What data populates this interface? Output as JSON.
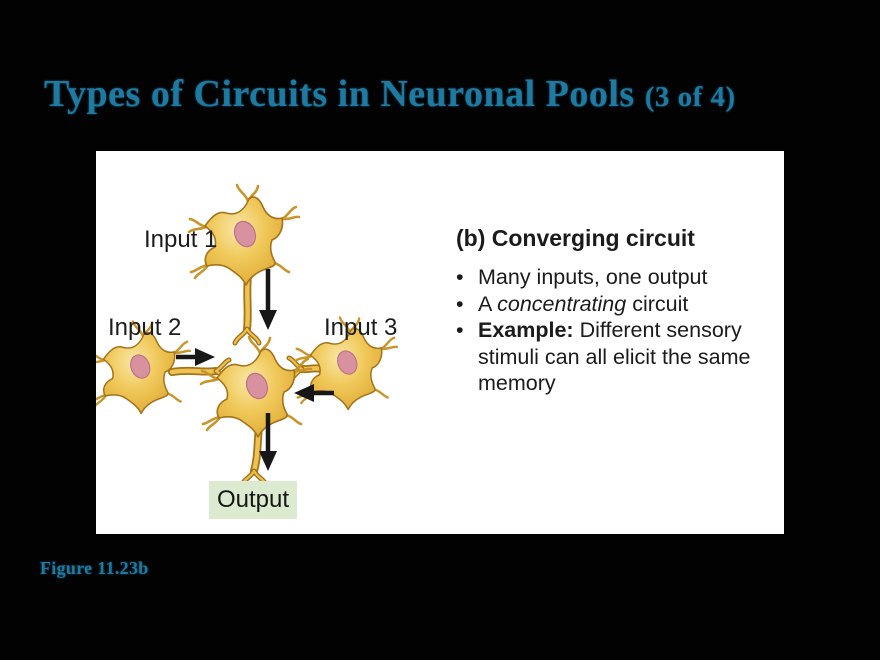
{
  "title": {
    "main": "Types of Circuits in Neuronal Pools ",
    "suffix": "(3 of 4)"
  },
  "figure_caption": "Figure 11.23b",
  "diagram": {
    "labels": {
      "input1": "Input 1",
      "input2": "Input 2",
      "input3": "Input 3",
      "output": "Output"
    },
    "icons": [
      "neuron-cell",
      "down-arrow",
      "right-arrow",
      "left-arrow"
    ]
  },
  "panel_text": {
    "heading": "(b) Converging circuit",
    "bullets": {
      "b1": "Many inputs, one output",
      "b2_pre": "A ",
      "b2_italic": "concentrating",
      "b2_post": " circuit",
      "b3_bold": "Example:",
      "b3_rest": " Different sensory stimuli can all elicit the same memory"
    }
  },
  "colors": {
    "slide_bg": "#020203",
    "panel_bg": "#ffffff",
    "title_teal": "#1e7aa0",
    "neuron_gold": "#eec34f",
    "neuron_outline": "#a3721b",
    "nucleus_pink": "#d8919f",
    "output_box_green": "#dcead0",
    "arrow_black": "#171717"
  }
}
